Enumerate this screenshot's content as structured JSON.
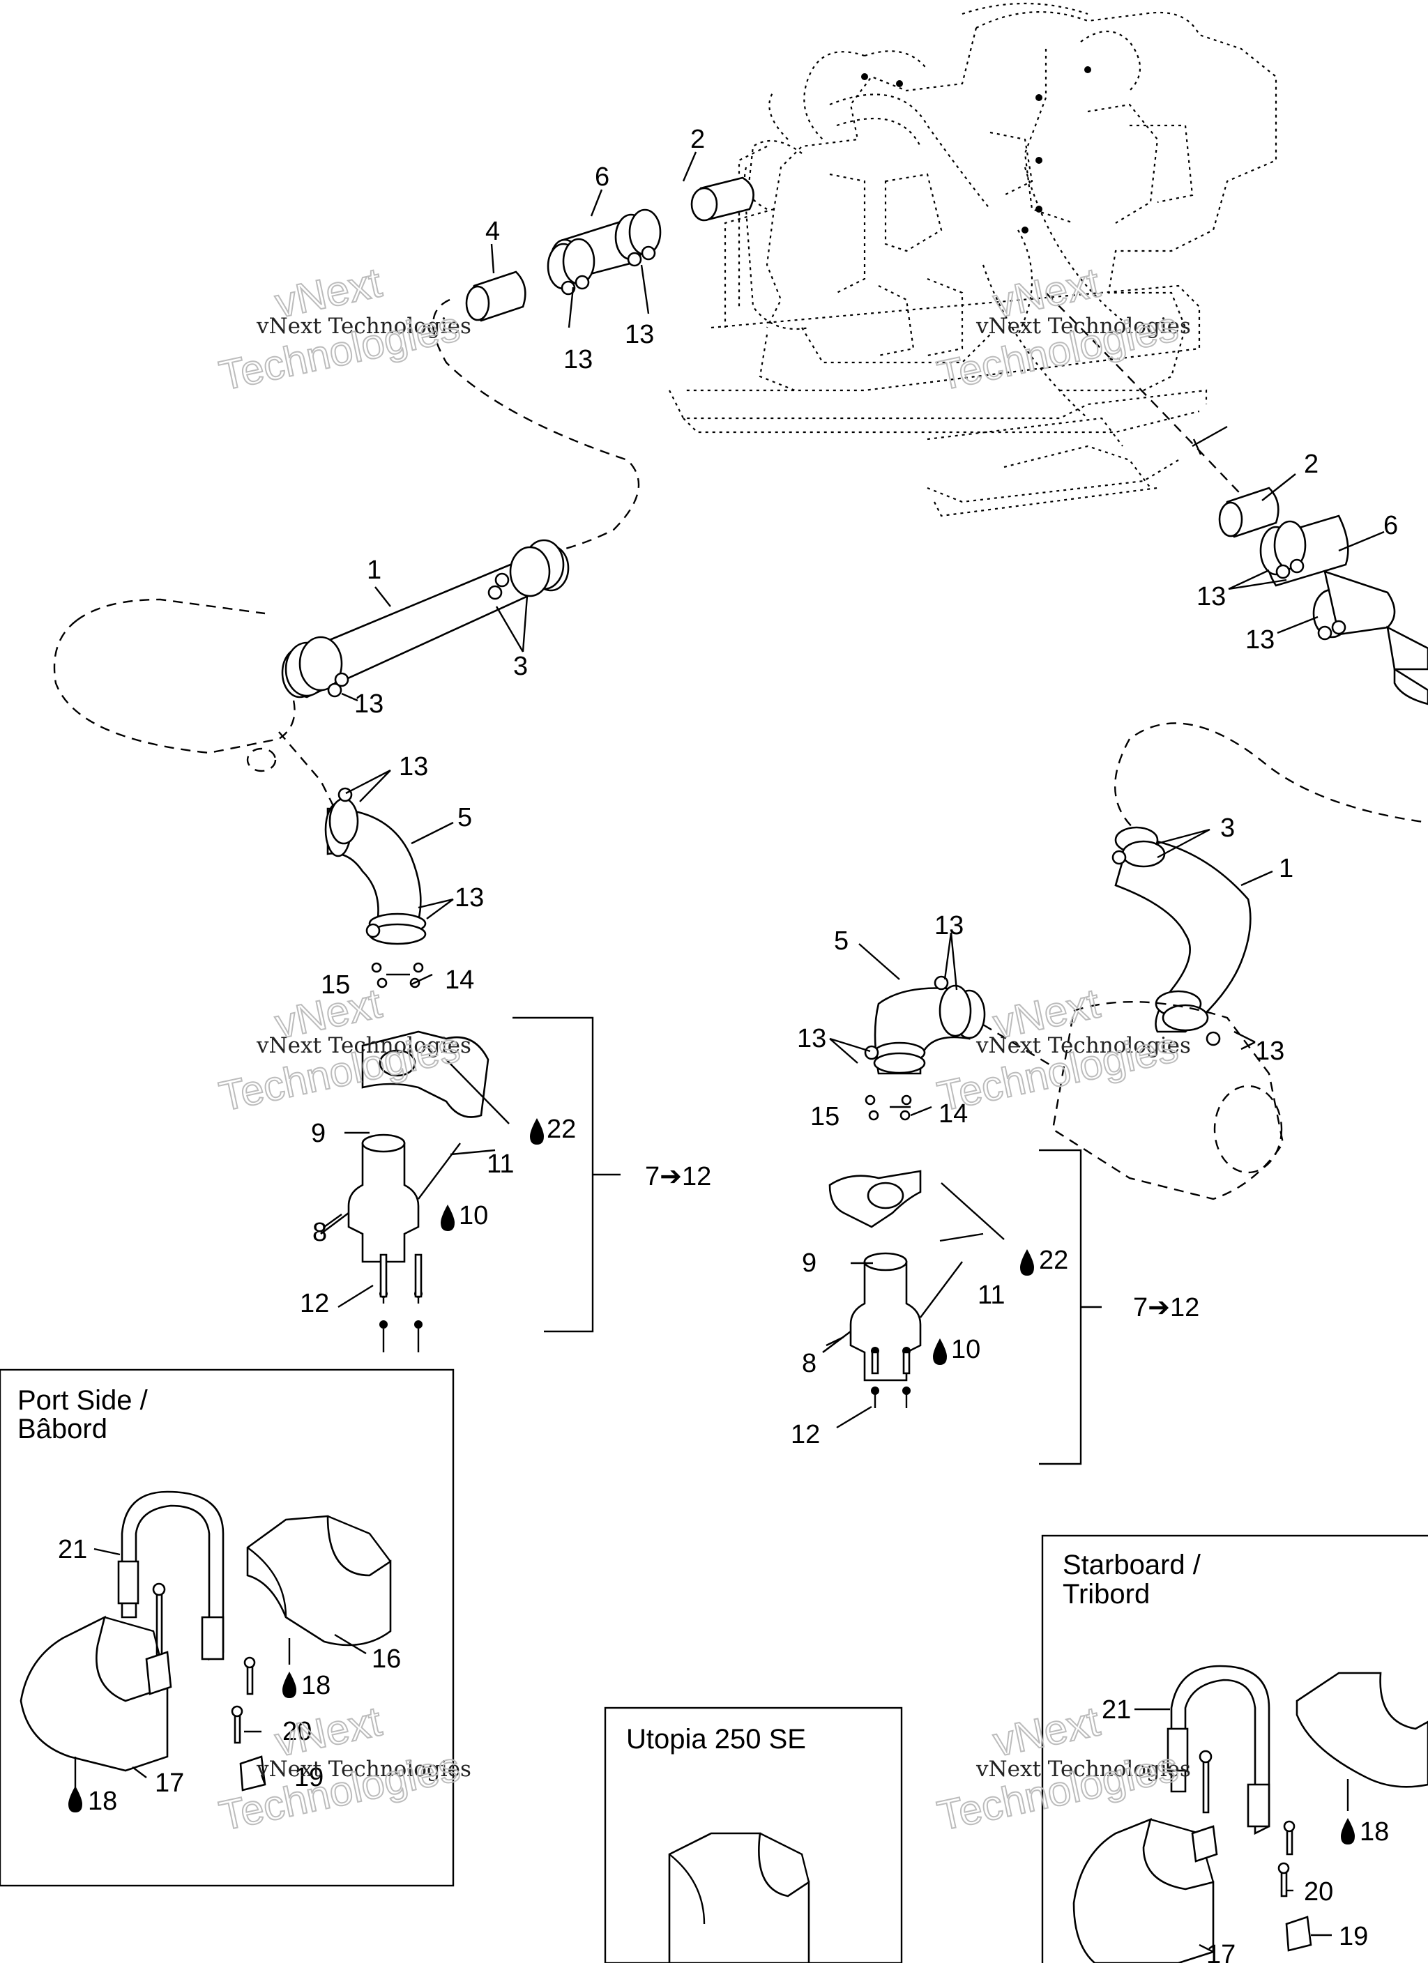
{
  "callouts": {
    "top_2": "2",
    "top_6": "6",
    "top_4": "4",
    "top_13a": "13",
    "top_13b": "13",
    "port_1": "1",
    "port_3": "3",
    "port_13a": "13",
    "port_13b": "13",
    "port_5": "5",
    "port_13c": "13",
    "port_15": "15",
    "port_14": "14",
    "port_9": "9",
    "port_11": "11",
    "port_22": "22",
    "port_8": "8",
    "port_10": "10",
    "port_12": "12",
    "port_range": "7➔12",
    "stb_2": "2",
    "stb_6": "6",
    "stb_13a": "13",
    "stb_13b": "13",
    "stb_3": "3",
    "stb_1": "1",
    "stb_5": "5",
    "stb_13c": "13",
    "stb_13d": "13",
    "stb_13e": "13",
    "stb_15": "15",
    "stb_14": "14",
    "stb_9": "9",
    "stb_22": "22",
    "stb_11": "11",
    "stb_8": "8",
    "stb_10": "10",
    "stb_12": "12",
    "stb_range": "7➔12"
  },
  "port_panel": {
    "title_line1": "Port Side /",
    "title_line2": "Bâbord",
    "labels": {
      "p21": "21",
      "p16": "16",
      "p18a": "18",
      "p20": "20",
      "p17": "17",
      "p19": "19",
      "p18b": "18"
    }
  },
  "utopia_panel": {
    "title": "Utopia 250 SE"
  },
  "starboard_panel": {
    "title_line1": "Starboard /",
    "title_line2": "Tribord",
    "labels": {
      "s21": "21",
      "s18": "18",
      "s20": "20",
      "s19": "19",
      "s17": "17"
    }
  },
  "watermark": {
    "line_small": "vNext Technologies",
    "big_top": "vNext",
    "big_bottom": "Technologies"
  },
  "icons": {
    "sealant": "drop-icon",
    "range_arrow": "arrow-right-icon"
  }
}
